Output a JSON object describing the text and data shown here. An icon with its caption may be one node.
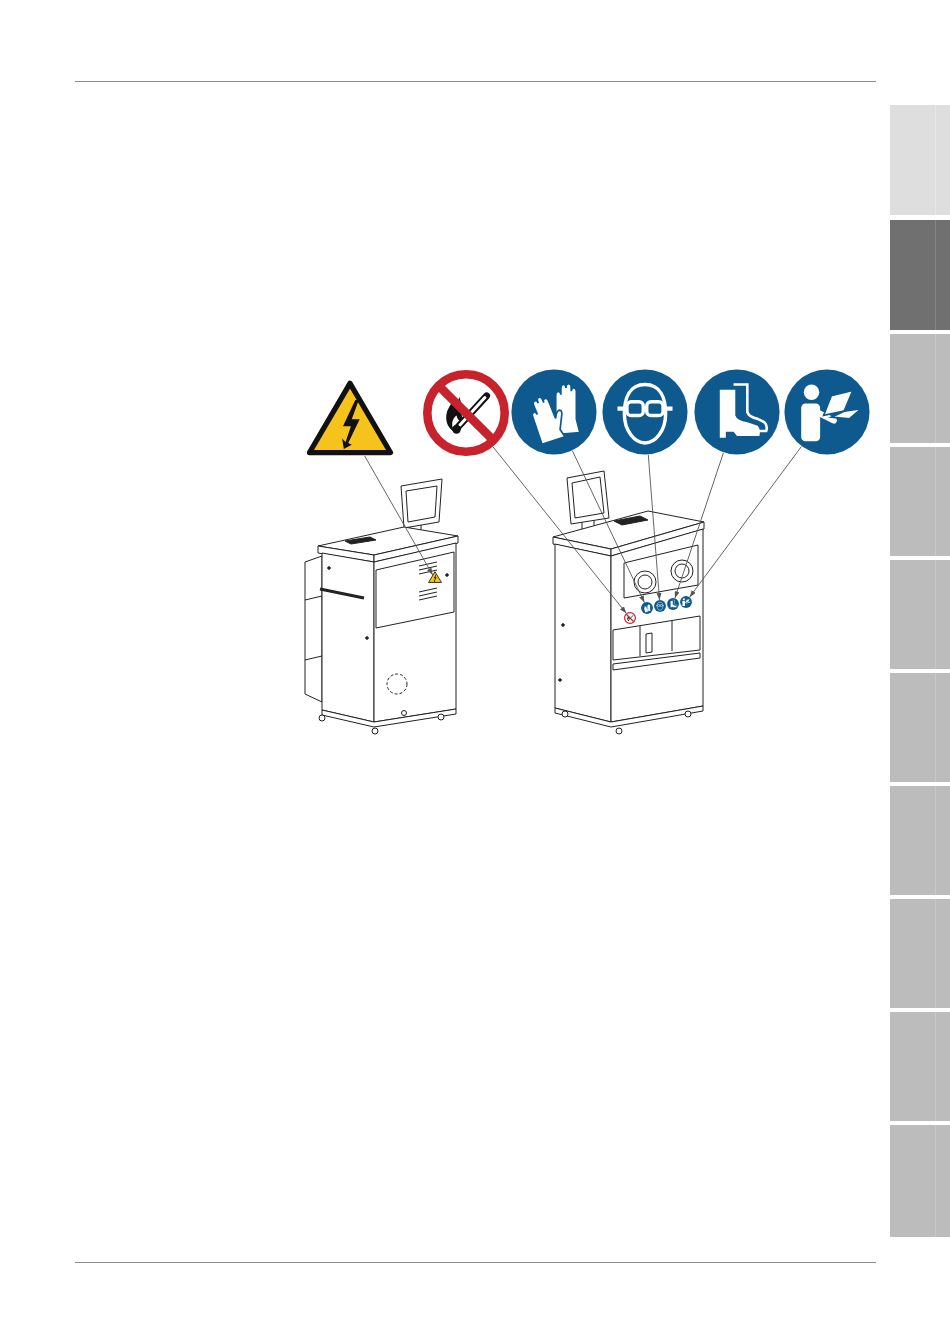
{
  "diagram": {
    "nodes": [
      {
        "text": [],
        "shape": "triangle"
      },
      {
        "text": [],
        "shape": "circle"
      },
      {
        "text": [],
        "shape": "circle"
      },
      {
        "text": [],
        "shape": "circle"
      },
      {
        "text": [],
        "shape": "circle"
      },
      {
        "text": [],
        "shape": "circle"
      },
      {
        "text": [],
        "shape": "triangle"
      },
      {
        "text": [],
        "shape": "circle"
      },
      {
        "text": [],
        "shape": "circle"
      },
      {
        "text": [],
        "shape": "circle"
      },
      {
        "text": [],
        "shape": "circle"
      },
      {
        "text": [],
        "shape": "circle"
      }
    ],
    "edges": [
      {
        "from": 0,
        "to": 6,
        "arrow": "to"
      },
      {
        "from": 1,
        "to": 7,
        "arrow": "to"
      },
      {
        "from": 2,
        "to": 8,
        "arrow": "to"
      },
      {
        "from": 3,
        "to": 9,
        "arrow": "to"
      },
      {
        "from": 4,
        "to": 10,
        "arrow": "to"
      },
      {
        "from": 5,
        "to": 11,
        "arrow": "to"
      }
    ]
  }
}
